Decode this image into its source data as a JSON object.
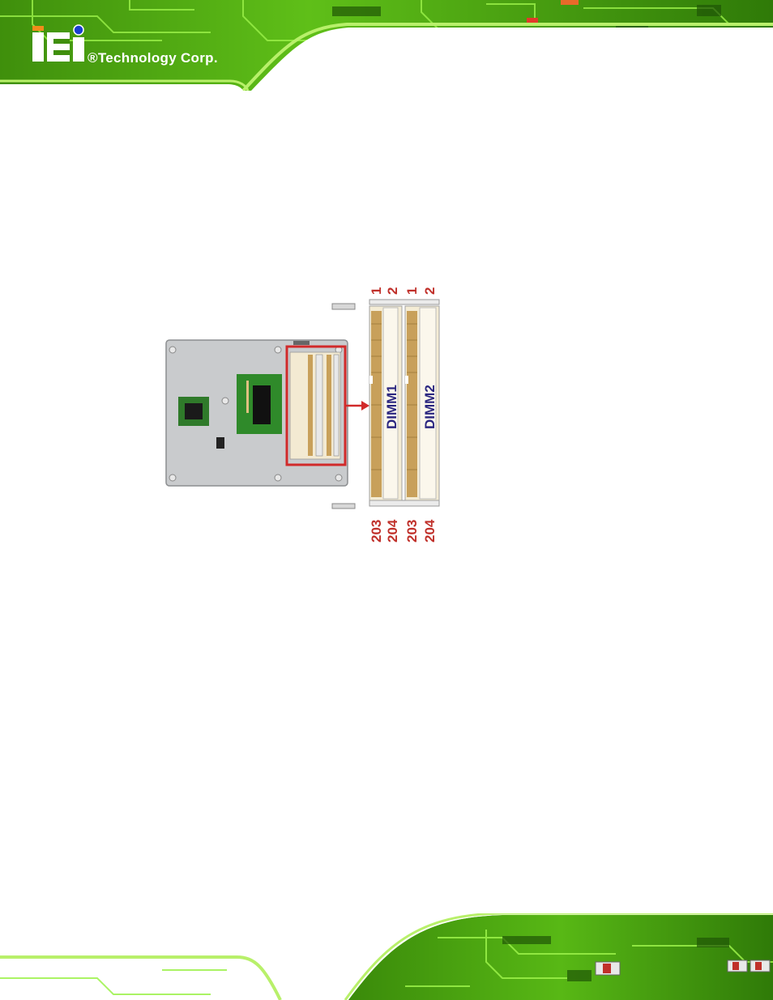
{
  "header": {
    "logo_text": "iEi",
    "brand": "®Technology Corp."
  },
  "diagram": {
    "slots": [
      {
        "label": "DIMM1",
        "top_pins": [
          "1",
          "2"
        ],
        "bottom_pins": [
          "203",
          "204"
        ]
      },
      {
        "label": "DIMM2",
        "top_pins": [
          "1",
          "2"
        ],
        "bottom_pins": [
          "203",
          "204"
        ]
      }
    ]
  },
  "colors": {
    "pcb_green": "#4fa812",
    "bright_green": "#8ee83a",
    "callout_red": "#d12a2a",
    "pin_label": "#c0302a",
    "slot_label": "#2a2680",
    "board_grey": "#c9cbcd"
  }
}
